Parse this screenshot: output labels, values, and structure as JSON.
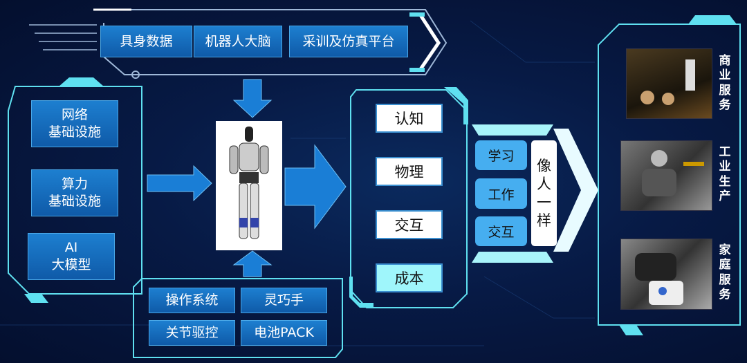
{
  "top_bar": {
    "items": [
      "具身数据",
      "机器人大脑",
      "采训及仿真平台"
    ]
  },
  "left_panel": {
    "items": [
      "网络\n基础设施",
      "算力\n基础设施",
      "AI\n大模型"
    ]
  },
  "bottom_panel": {
    "items": [
      "操作系统",
      "灵巧手",
      "关节驱控",
      "电池PACK"
    ]
  },
  "middle_panel": {
    "items": [
      "认知",
      "物理",
      "交互",
      "成本"
    ]
  },
  "abilities": {
    "items": [
      "学习",
      "工作",
      "交互"
    ],
    "result": "像人一样"
  },
  "scenarios": {
    "items": [
      "商业服务",
      "工业生产",
      "家庭服务"
    ]
  },
  "colors": {
    "accent": "#5fe0f0",
    "blue": "#1d7fd0",
    "light_blue": "#46aef0"
  }
}
